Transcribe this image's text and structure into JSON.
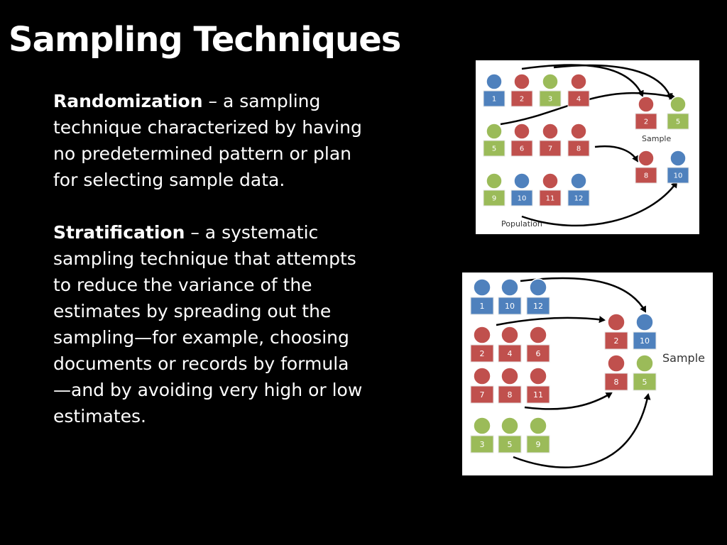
{
  "slide": {
    "title": "Sampling Techniques",
    "definitions": [
      {
        "term": "Randomization",
        "separator": " – ",
        "text": "a sampling technique characterized by having no predetermined pattern or plan for selecting sample data."
      },
      {
        "term": "Stratification",
        "separator": " – ",
        "text": "a systematic sampling technique that attempts to reduce the variance of the estimates by spreading out the sampling—for example, choosing documents or records by formula—and by avoiding very high or low estimates."
      }
    ]
  },
  "colors": {
    "blue": "#4f81bd",
    "red": "#c0504d",
    "green": "#9bbb59",
    "arrow": "#000000"
  },
  "figure_random": {
    "population_label": "Population",
    "sample_label": "Sample",
    "population": [
      [
        {
          "n": "1",
          "c": "blue"
        },
        {
          "n": "2",
          "c": "red"
        },
        {
          "n": "3",
          "c": "green"
        },
        {
          "n": "4",
          "c": "red"
        }
      ],
      [
        {
          "n": "5",
          "c": "green"
        },
        {
          "n": "6",
          "c": "red"
        },
        {
          "n": "7",
          "c": "red"
        },
        {
          "n": "8",
          "c": "red"
        }
      ],
      [
        {
          "n": "9",
          "c": "green"
        },
        {
          "n": "10",
          "c": "blue"
        },
        {
          "n": "11",
          "c": "red"
        },
        {
          "n": "12",
          "c": "blue"
        }
      ]
    ],
    "sample": [
      [
        {
          "n": "2",
          "c": "red"
        },
        {
          "n": "5",
          "c": "green"
        }
      ],
      [
        {
          "n": "8",
          "c": "red"
        },
        {
          "n": "10",
          "c": "blue"
        }
      ]
    ]
  },
  "figure_strat": {
    "sample_label": "Sample",
    "strata": [
      [
        {
          "n": "1",
          "c": "blue"
        },
        {
          "n": "10",
          "c": "blue"
        },
        {
          "n": "12",
          "c": "blue"
        }
      ],
      [
        {
          "n": "2",
          "c": "red"
        },
        {
          "n": "4",
          "c": "red"
        },
        {
          "n": "6",
          "c": "red"
        }
      ],
      [
        {
          "n": "7",
          "c": "red"
        },
        {
          "n": "8",
          "c": "red"
        },
        {
          "n": "11",
          "c": "red"
        }
      ],
      [
        {
          "n": "3",
          "c": "green"
        },
        {
          "n": "5",
          "c": "green"
        },
        {
          "n": "9",
          "c": "green"
        }
      ]
    ],
    "sample": [
      [
        {
          "n": "2",
          "c": "red"
        },
        {
          "n": "10",
          "c": "blue"
        }
      ],
      [
        {
          "n": "8",
          "c": "red"
        },
        {
          "n": "5",
          "c": "green"
        }
      ]
    ]
  }
}
